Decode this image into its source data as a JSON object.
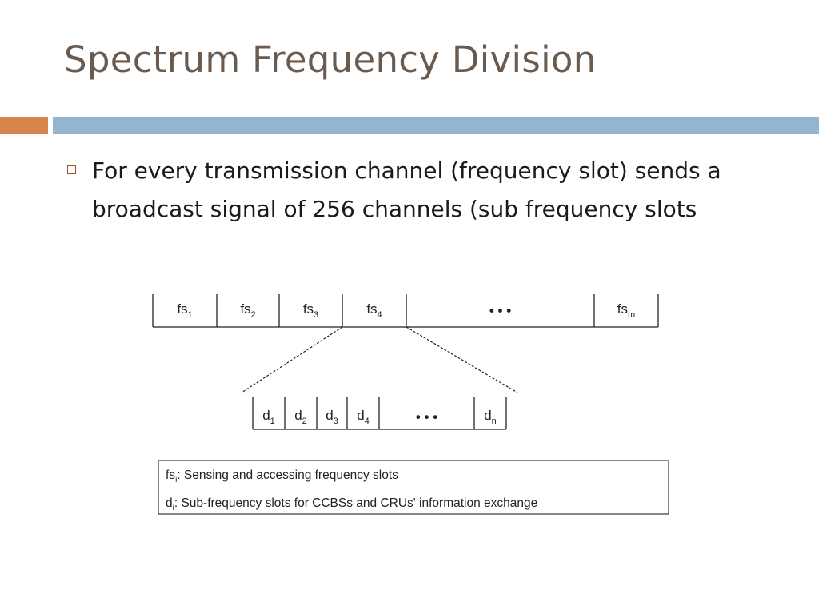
{
  "slide": {
    "title": "Spectrum Frequency Division",
    "bullet": "For every transmission channel (frequency slot) sends a broadcast signal of 256 channels (sub frequency slots",
    "accent_orange": "#d9844c",
    "accent_blue": "#94b4d0"
  },
  "diagram": {
    "top_row": [
      {
        "base": "fs",
        "sub": "1"
      },
      {
        "base": "fs",
        "sub": "2"
      },
      {
        "base": "fs",
        "sub": "3"
      },
      {
        "base": "fs",
        "sub": "4"
      },
      {
        "ellipsis": "• • •"
      },
      {
        "base": "fs",
        "sub": "m"
      }
    ],
    "bottom_row": [
      {
        "base": "d",
        "sub": "1"
      },
      {
        "base": "d",
        "sub": "2"
      },
      {
        "base": "d",
        "sub": "3"
      },
      {
        "base": "d",
        "sub": "4"
      },
      {
        "ellipsis": "• • •"
      },
      {
        "base": "d",
        "sub": "n"
      }
    ],
    "legend": [
      {
        "base": "fs",
        "sub": "i",
        "text": ": Sensing and accessing frequency slots"
      },
      {
        "base": "d",
        "sub": "i",
        "text": ": Sub-frequency slots for CCBSs and CRUs' information exchange"
      }
    ]
  }
}
